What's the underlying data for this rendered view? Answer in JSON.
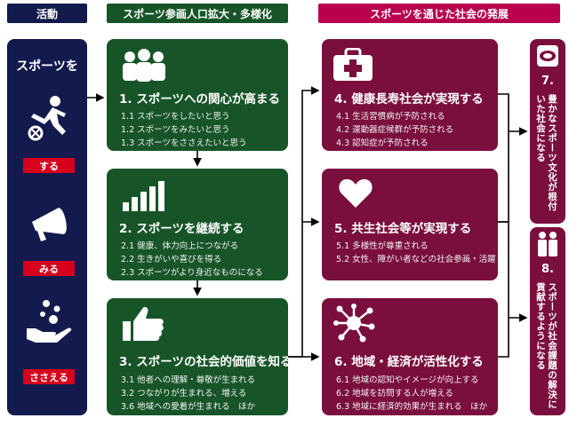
{
  "headers": {
    "activity": "活動",
    "participation": "スポーツ参画人口拡大・多様化",
    "development": "スポーツを通じた社会の発展"
  },
  "left_column": {
    "title": "スポーツを",
    "labels": [
      "する",
      "みる",
      "ささえる"
    ]
  },
  "participation_cards": [
    {
      "title": "1. スポーツへの関心が高まる",
      "items": [
        "1.1 スポーツをしたいと思う",
        "1.2 スポーツをみたいと思う",
        "1.3 スポーツをささえたいと思う"
      ]
    },
    {
      "title": "2. スポーツを継続する",
      "items": [
        "2.1 健康、体力向上につながる",
        "2.2 生きがいや喜びを得る",
        "2.3 スポーツがより身近なものになる"
      ]
    },
    {
      "title": "3. スポーツの社会的価値を知る",
      "items": [
        "3.1 他者への理解・尊敬が生まれる",
        "3.2 つながりが生まれる、増える",
        "3.6 地域への愛着が生まれる　ほか"
      ]
    }
  ],
  "development_cards": [
    {
      "title": "4. 健康長寿社会が実現する",
      "items": [
        "4.1 生活習慣病が予防される",
        "4.2 運動器症候群が予防される",
        "4.3 認知症が予防される"
      ]
    },
    {
      "title": "5. 共生社会等が実現する",
      "items": [
        "5.1 多様性が尊重される",
        "5.2 女性、障がい者などの社会参画・活躍"
      ]
    },
    {
      "title": "6. 地域・経済が活性化する",
      "items": [
        "6.1 地域の認知やイメージが向上する",
        "6.2 地域を訪問する人が増える",
        "6.3 地域に経済的効果が生まれる　ほか"
      ]
    }
  ],
  "outcome_cards": [
    {
      "number": "7.",
      "text": "豊かなスポーツ文化が根付いた社会になる"
    },
    {
      "number": "8.",
      "text": "スポーツが社会課題の解決に貢献するようになる"
    }
  ],
  "colors": {
    "navy": "#131a4d",
    "green": "#175528",
    "wine": "#7a0e3c",
    "header_wine": "#b8004f",
    "red_label": "#d6001c"
  }
}
